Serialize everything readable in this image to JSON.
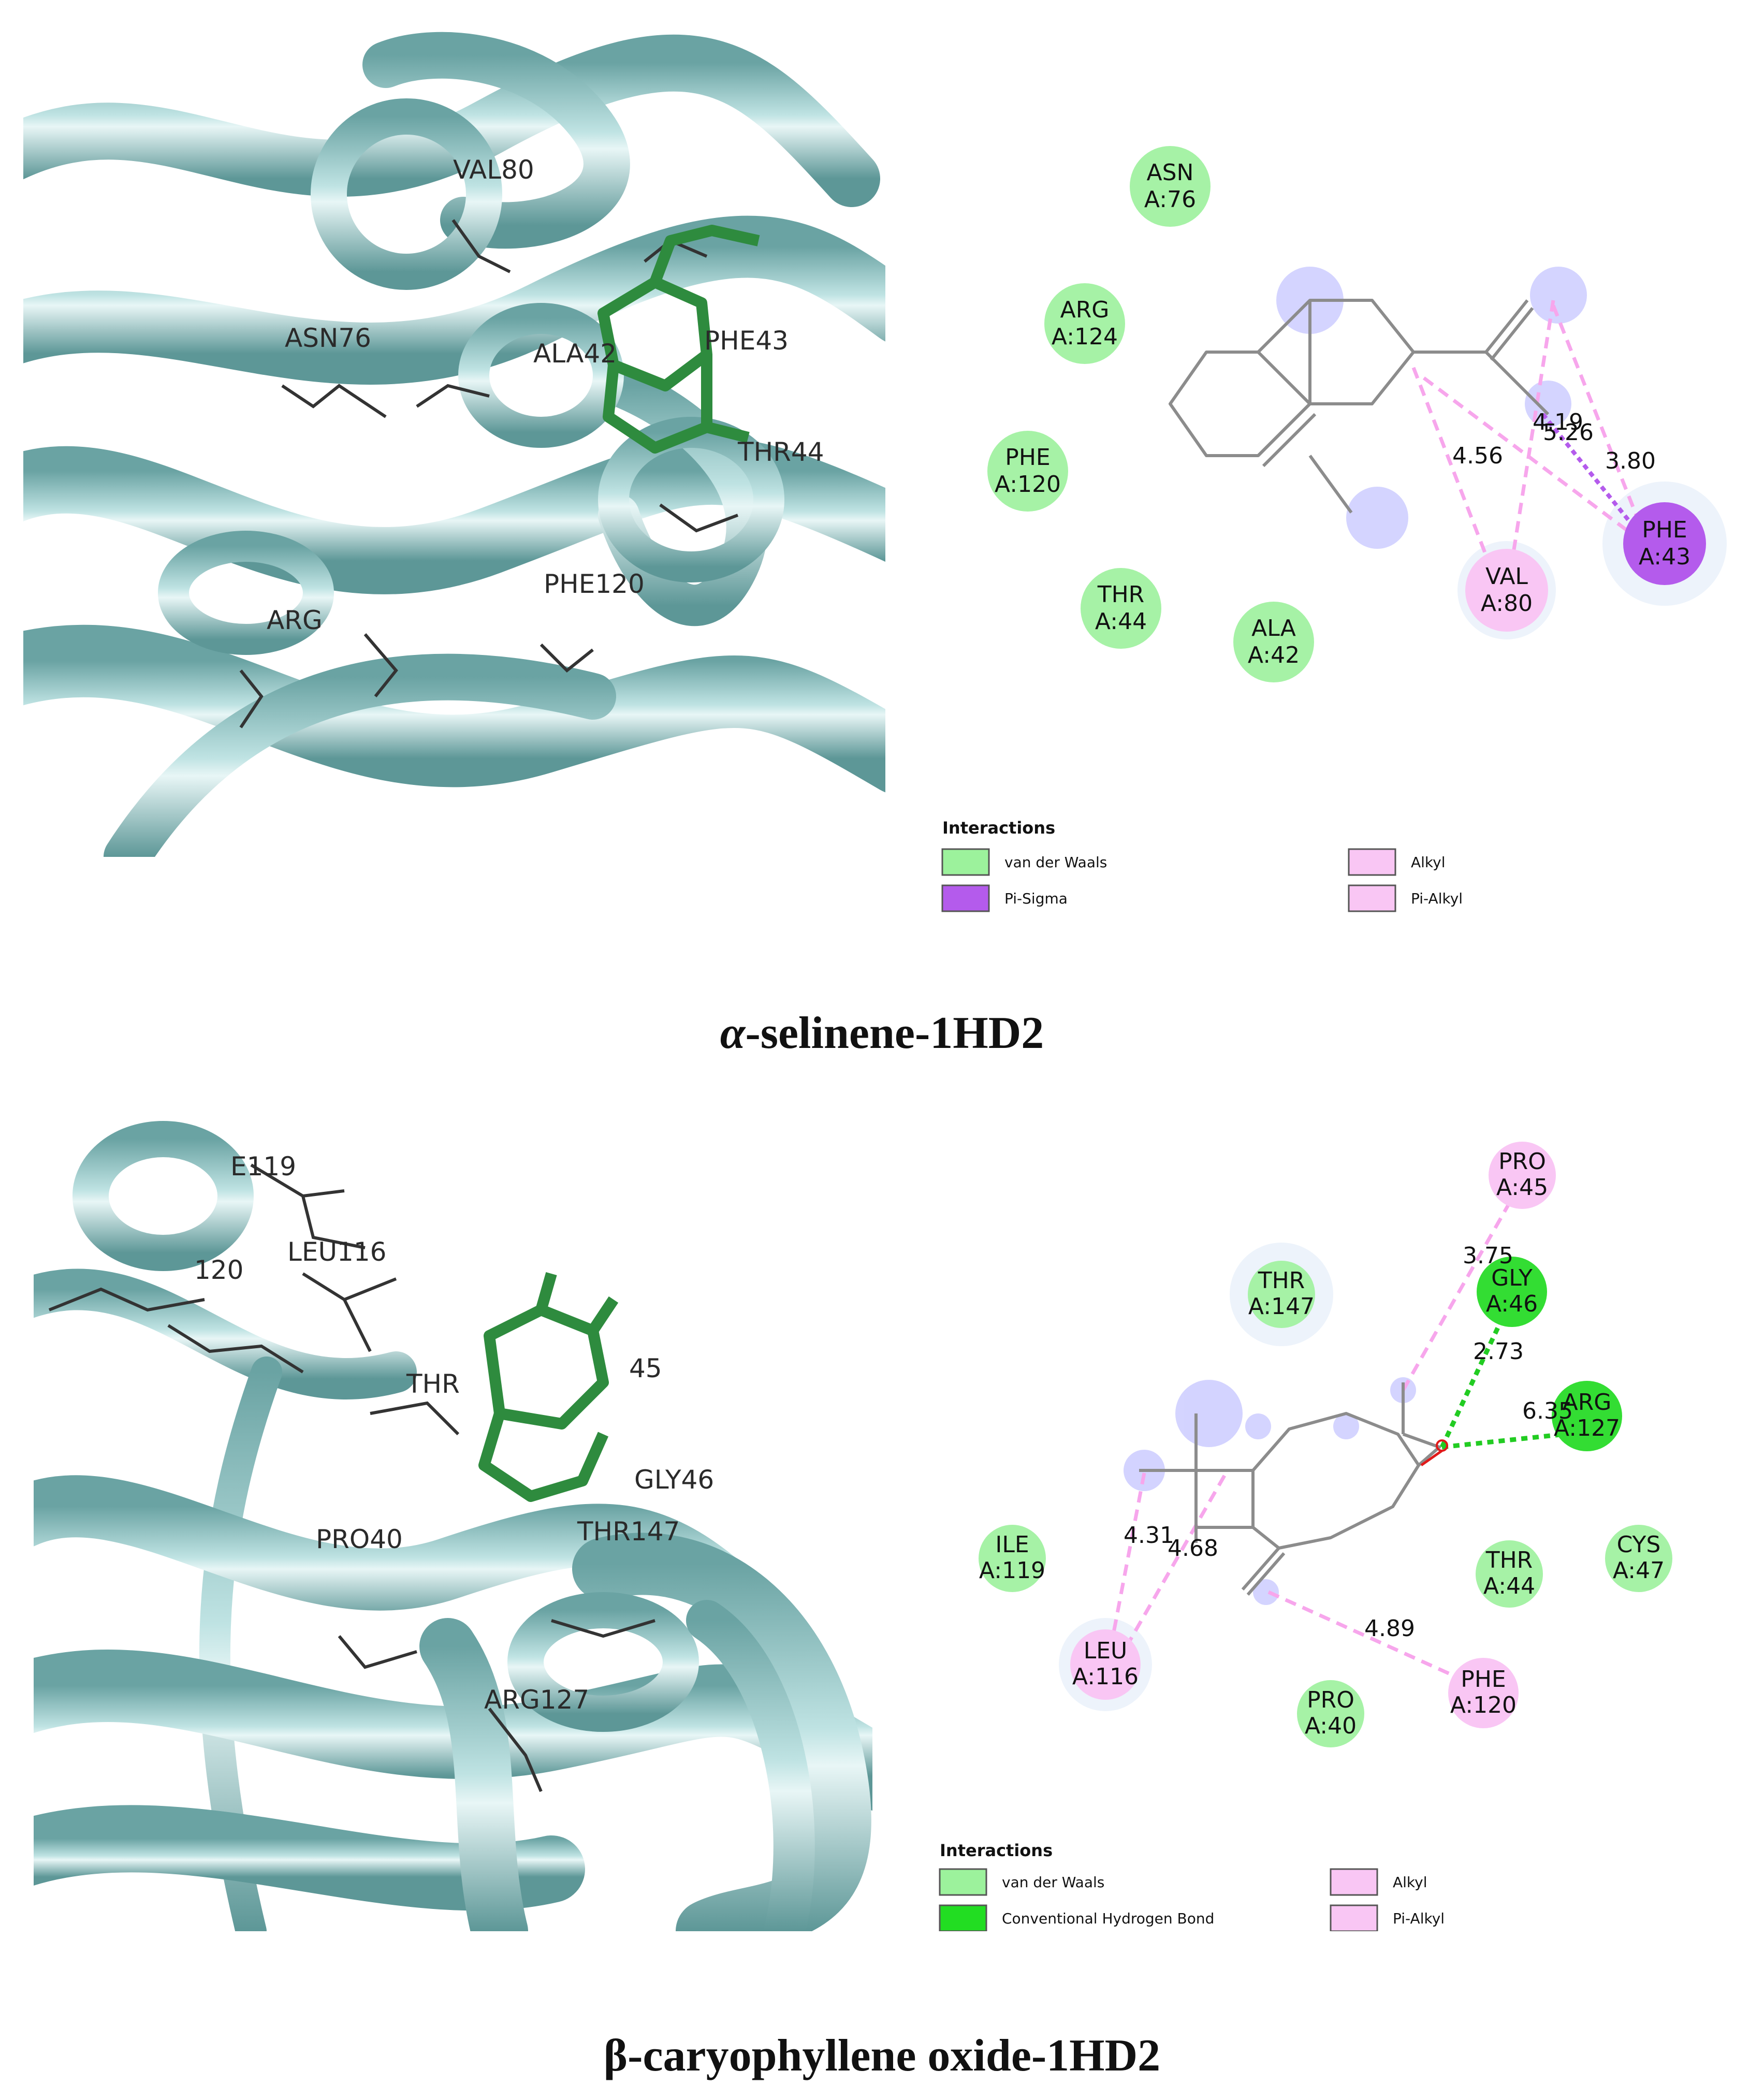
{
  "top": {
    "caption_greek": "α",
    "caption_rest": "-selinene-1HD2",
    "protein_labels": [
      "VAL80",
      "ASN76",
      "ALA42",
      "PHE43",
      "THR44",
      "PHE120",
      "ARG"
    ],
    "residues": [
      {
        "id": "asn76",
        "name": "ASN",
        "chain": "A:76",
        "type": "vdw"
      },
      {
        "id": "arg124",
        "name": "ARG",
        "chain": "A:124",
        "type": "vdw"
      },
      {
        "id": "phe120",
        "name": "PHE",
        "chain": "A:120",
        "type": "vdw"
      },
      {
        "id": "thr44",
        "name": "THR",
        "chain": "A:44",
        "type": "vdw"
      },
      {
        "id": "ala42",
        "name": "ALA",
        "chain": "A:42",
        "type": "vdw"
      },
      {
        "id": "val80",
        "name": "VAL",
        "chain": "A:80",
        "type": "alkyl"
      },
      {
        "id": "phe43",
        "name": "PHE",
        "chain": "A:43",
        "type": "pisigma"
      }
    ],
    "distances": [
      "4.56",
      "4.19",
      "5.26",
      "3.80"
    ],
    "legend": {
      "title": "Interactions",
      "items": [
        {
          "label": "van der Waals",
          "color": "#9cf29c"
        },
        {
          "label": "Alkyl",
          "color": "#f9c6f4"
        },
        {
          "label": "Pi-Sigma",
          "color": "#b45bec"
        },
        {
          "label": "Pi-Alkyl",
          "color": "#f9c6f4"
        }
      ]
    }
  },
  "bottom": {
    "caption": "β-caryophyllene oxide-1HD2",
    "protein_labels": [
      "E119",
      "LEU116",
      "120",
      "THR",
      "45",
      "GLY46",
      "PRO40",
      "THR147",
      "ARG127"
    ],
    "residues": [
      {
        "id": "pro45",
        "name": "PRO",
        "chain": "A:45",
        "type": "alkyl"
      },
      {
        "id": "thr147",
        "name": "THR",
        "chain": "A:147",
        "type": "vdw"
      },
      {
        "id": "gly46",
        "name": "GLY",
        "chain": "A:46",
        "type": "hbond"
      },
      {
        "id": "arg127",
        "name": "ARG",
        "chain": "A:127",
        "type": "hbond"
      },
      {
        "id": "ile119",
        "name": "ILE",
        "chain": "A:119",
        "type": "vdw"
      },
      {
        "id": "thr44",
        "name": "THR",
        "chain": "A:44",
        "type": "vdw"
      },
      {
        "id": "cys47",
        "name": "CYS",
        "chain": "A:47",
        "type": "vdw"
      },
      {
        "id": "leu116",
        "name": "LEU",
        "chain": "A:116",
        "type": "alkyl"
      },
      {
        "id": "phe120",
        "name": "PHE",
        "chain": "A:120",
        "type": "alkyl"
      },
      {
        "id": "pro40",
        "name": "PRO",
        "chain": "A:40",
        "type": "vdw"
      }
    ],
    "distances": [
      "3.75",
      "2.73",
      "6.35",
      "4.31",
      "4.68",
      "4.89"
    ],
    "legend": {
      "title": "Interactions",
      "items": [
        {
          "label": "van der Waals",
          "color": "#9cf29c"
        },
        {
          "label": "Alkyl",
          "color": "#f9c6f4"
        },
        {
          "label": "Conventional Hydrogen Bond",
          "color": "#22dd22"
        },
        {
          "label": "Pi-Alkyl",
          "color": "#f9c6f4"
        }
      ]
    }
  }
}
